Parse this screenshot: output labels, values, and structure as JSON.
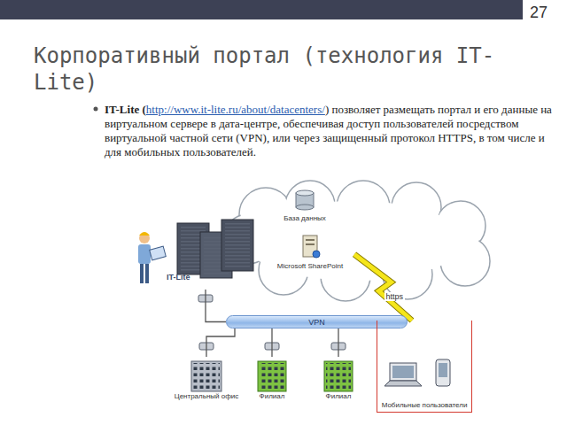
{
  "diagram": {
    "title": "Корпоративный портал (технология IT-Lite)",
    "nodes": [
      {
        "text": [
          "База данных"
        ]
      },
      {
        "text": [
          "Microsoft SharePoint"
        ]
      },
      {
        "text": [
          "IT-Lite"
        ]
      },
      {
        "text": [
          "VPN"
        ]
      },
      {
        "text": [
          "Центральный офис"
        ]
      },
      {
        "text": [
          "Филиал"
        ]
      },
      {
        "text": [
          "Филиал"
        ]
      },
      {
        "text": [
          "Мобильные пользователи"
        ]
      }
    ],
    "edges": [
      {
        "from": 2,
        "to": 3,
        "arrow": "none"
      },
      {
        "from": 3,
        "to": 4,
        "arrow": "none"
      },
      {
        "from": 3,
        "to": 5,
        "arrow": "none"
      },
      {
        "from": 3,
        "to": 6,
        "arrow": "none"
      },
      {
        "from": 1,
        "to": 7,
        "label": "https",
        "arrow": "none"
      }
    ],
    "labels": [
      "27",
      "IT-Lite (",
      "http://www.it-lite.ru/about/datacenters/",
      ") позволяет размещать портал и его данные на виртуальном сервере в дата-центре, обеспечивая доступ пользователей посредством виртуальной частной сети (VPN), или через защищенный протокол HTTPS, в том числе и для мобильных пользователей."
    ]
  }
}
